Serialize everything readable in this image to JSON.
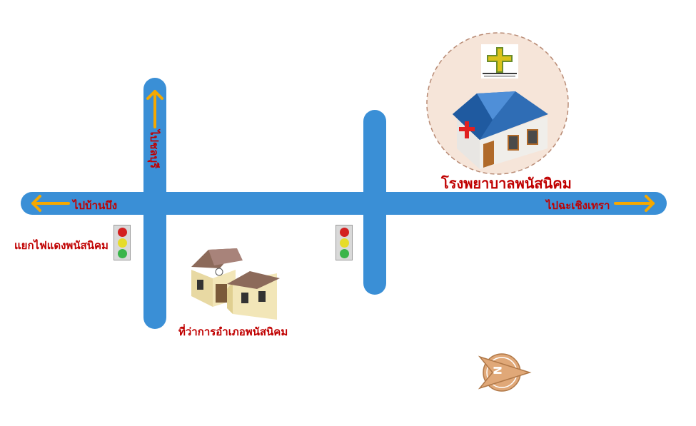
{
  "labels": {
    "west_road": "ไปบ้านบึง",
    "north_road": "ไปชลบุรี",
    "east_road": "ไปฉะเชิงเทรา",
    "intersection": "แยกไฟแดงพนัสนิคม",
    "hospital": "โรงพยาบาลพนัสนิคม",
    "district_office": "ที่ว่าการอำเภอพนัสนิคม",
    "compass_letter": "N"
  },
  "colors": {
    "road": "#3a8fd6",
    "arrow": "#f5a800",
    "label_red": "#c00000",
    "compass": "#e0a878",
    "hospital_circle": "#f6e5d9"
  },
  "icons": [
    "traffic-light-icon",
    "hospital-building-icon",
    "hospital-logo-icon",
    "government-building-icon",
    "compass-icon"
  ]
}
